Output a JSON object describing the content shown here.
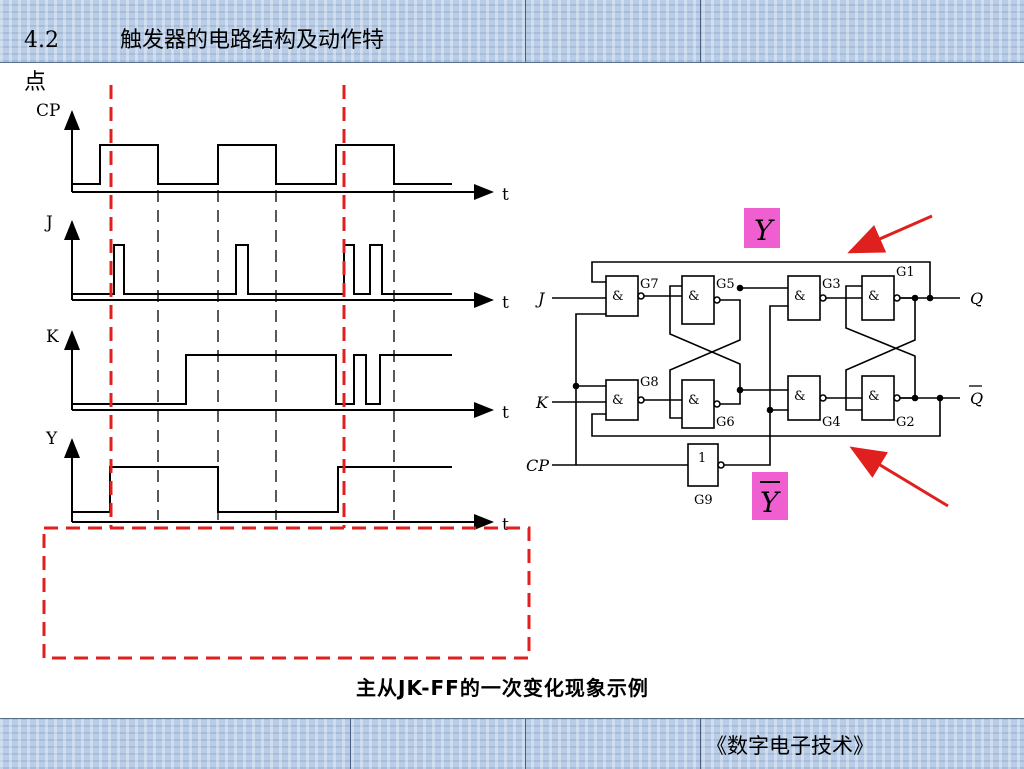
{
  "slide": {
    "section_number": "4.2",
    "title": "触发器的电路结构及动作特",
    "title_wrap": "点",
    "caption": "主从JK-FF的一次变化现象示例",
    "footer": "《数字电子技术》"
  },
  "waveforms": {
    "signals": [
      "CP",
      "J",
      "K",
      "Y"
    ],
    "time_label": "t"
  },
  "circuit": {
    "inputs": [
      "J",
      "K",
      "CP"
    ],
    "outputs": [
      "Q",
      "Q"
    ],
    "gate_symbol_and": "&",
    "gate_symbol_not": "1",
    "gates": [
      "G7",
      "G5",
      "G3",
      "G1",
      "G8",
      "G6",
      "G4",
      "G2",
      "G9"
    ],
    "label_y": "Y",
    "label_y_bar": "Y"
  },
  "colors": {
    "accent_red": "#e0201e",
    "highlight_pink": "#f05fd0",
    "band": "#b9cde6"
  }
}
